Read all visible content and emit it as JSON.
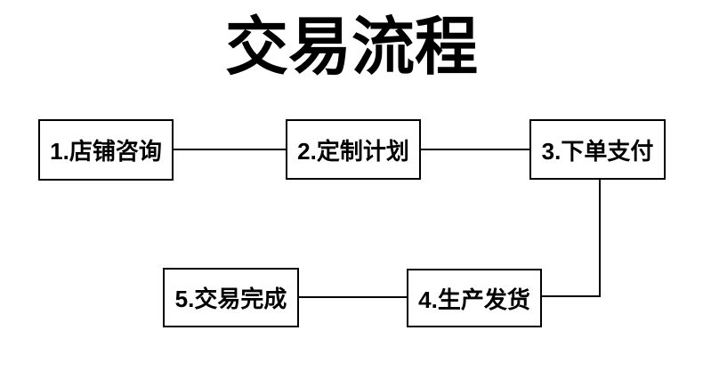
{
  "title": "交易流程",
  "steps": [
    {
      "label": "1.店铺咨询"
    },
    {
      "label": "2.定制计划"
    },
    {
      "label": "3.下单支付"
    },
    {
      "label": "4.生产发货"
    },
    {
      "label": "5.交易完成"
    }
  ],
  "flow_order": "1 → 2 → 3 → 4 → 5",
  "colors": {
    "background": "#ffffff",
    "box_border": "#000000",
    "line": "#000000",
    "text": "#000000"
  }
}
